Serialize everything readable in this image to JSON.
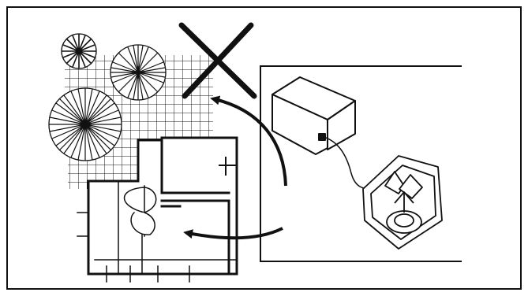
{
  "figure": {
    "type": "installation-diagram",
    "colors": {
      "ink": "#111111",
      "background": "#ffffff"
    },
    "elements": {
      "prohibited_mark": "x-mark-icon",
      "floor_plan": "floor-plan",
      "device": "device-box",
      "outlet": "electrical-outlet-icon",
      "arrows": [
        "arrow-up-to-garden",
        "arrow-into-room"
      ]
    }
  }
}
